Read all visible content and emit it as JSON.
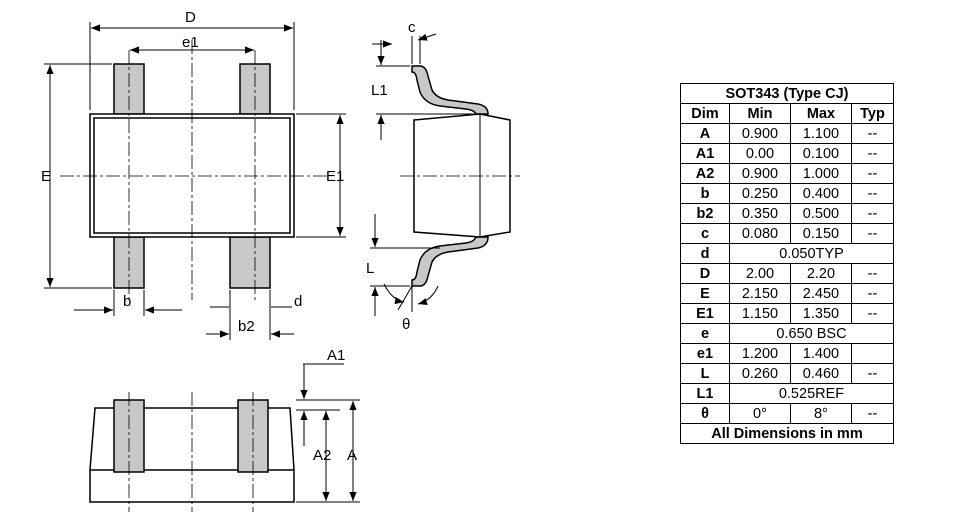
{
  "labels": {
    "D": "D",
    "e1": "e1",
    "E": "E",
    "E1": "E1",
    "b": "b",
    "b2": "b2",
    "d": "d",
    "c": "c",
    "L1": "L1",
    "L": "L",
    "theta": "θ",
    "A1": "A1",
    "A2": "A2",
    "A": "A"
  },
  "table": {
    "title": "SOT343 (Type CJ)",
    "headers": [
      "Dim",
      "Min",
      "Max",
      "Typ"
    ],
    "rows": [
      {
        "dim": "A",
        "min": "0.900",
        "max": "1.100",
        "typ": "--"
      },
      {
        "dim": "A1",
        "min": "0.00",
        "max": "0.100",
        "typ": "--"
      },
      {
        "dim": "A2",
        "min": "0.900",
        "max": "1.000",
        "typ": "--"
      },
      {
        "dim": "b",
        "min": "0.250",
        "max": "0.400",
        "typ": "--"
      },
      {
        "dim": "b2",
        "min": "0.350",
        "max": "0.500",
        "typ": "--"
      },
      {
        "dim": "c",
        "min": "0.080",
        "max": "0.150",
        "typ": "--"
      },
      {
        "dim": "d",
        "merged": "0.050TYP"
      },
      {
        "dim": "D",
        "min": "2.00",
        "max": "2.20",
        "typ": "--"
      },
      {
        "dim": "E",
        "min": "2.150",
        "max": "2.450",
        "typ": "--"
      },
      {
        "dim": "E1",
        "min": "1.150",
        "max": "1.350",
        "typ": "--"
      },
      {
        "dim": "e",
        "merged": "0.650 BSC"
      },
      {
        "dim": "e1",
        "min": "1.200",
        "max": "1.400",
        "typ": ""
      },
      {
        "dim": "L",
        "min": "0.260",
        "max": "0.460",
        "typ": "--"
      },
      {
        "dim": "L1",
        "merged": "0.525REF"
      },
      {
        "dim": "θ",
        "min": "0°",
        "max": "8°",
        "typ": "--"
      }
    ],
    "footer": "All Dimensions in mm"
  }
}
